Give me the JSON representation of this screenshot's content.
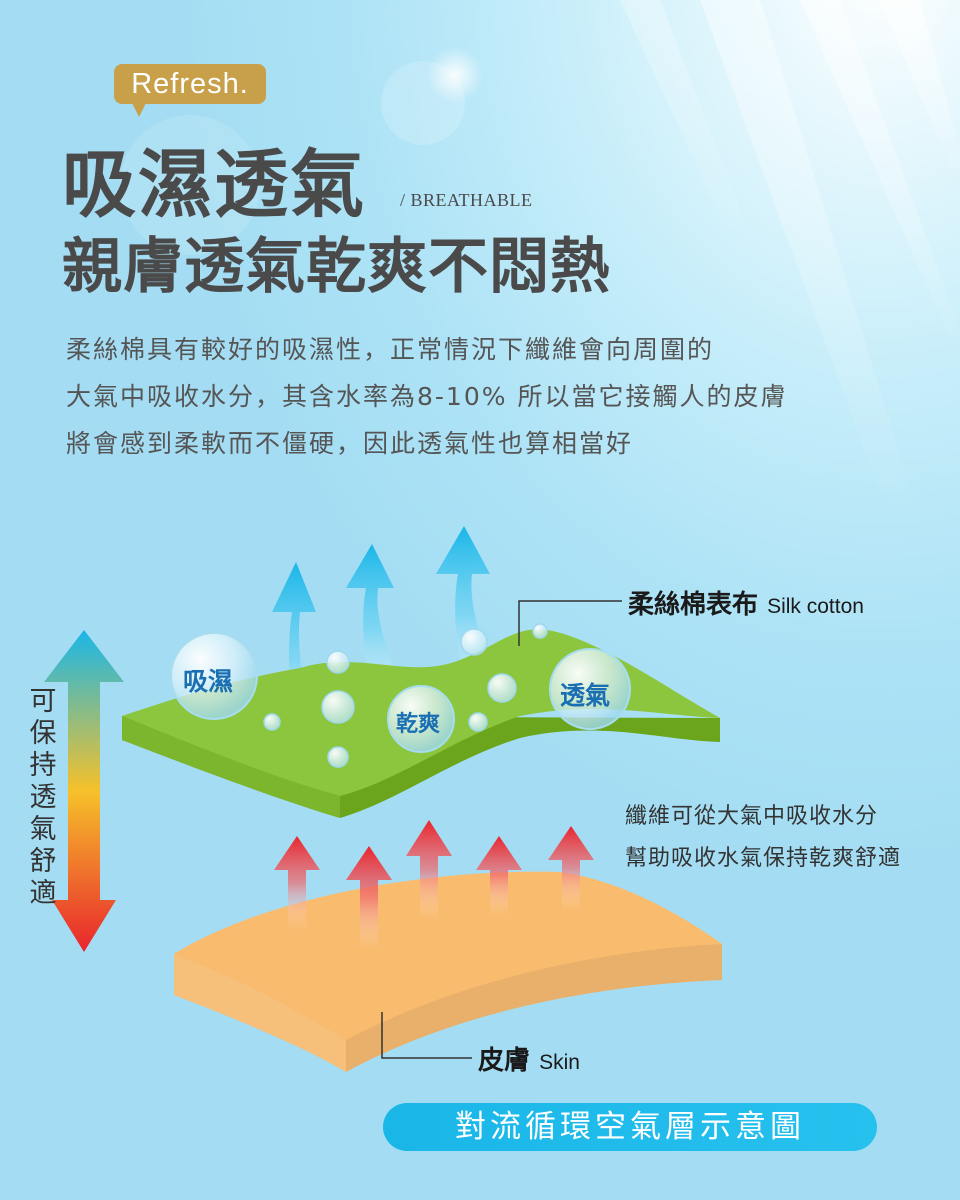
{
  "badge": "Refresh.",
  "title": "吸濕透氣",
  "title_en": "/ BREATHABLE",
  "headline": "親膚透氣乾爽不悶熱",
  "description": [
    "柔絲棉具有較好的吸濕性，正常情況下纖維會向周圍的",
    "大氣中吸收水分，其含水率為8-10% 所以當它接觸人的皮膚",
    "將會感到柔軟而不僵硬，因此透氣性也算相當好"
  ],
  "diagram": {
    "silk_label": "柔絲棉表布",
    "silk_label_en": "Silk cotton",
    "skin_label": "皮膚",
    "skin_label_en": "Skin",
    "note": [
      "纖維可從大氣中吸收水分",
      "幫助吸收水氣保持乾爽舒適"
    ],
    "side_text": "可保持透氣舒適",
    "bubbles": [
      "吸濕",
      "乾爽",
      "透氣"
    ],
    "caption": "對流循環空氣層示意圖"
  },
  "colors": {
    "badge": "#c9a04a",
    "fabric_top": "#8cc63e",
    "fabric_side": "#6aa51c",
    "skin_top": "#f9bb6e",
    "skin_side": "#e8b06a",
    "arrow_blue": "#19b6e8",
    "arrow_red": "#e8252d",
    "caption_bg": "#19b6e8"
  }
}
